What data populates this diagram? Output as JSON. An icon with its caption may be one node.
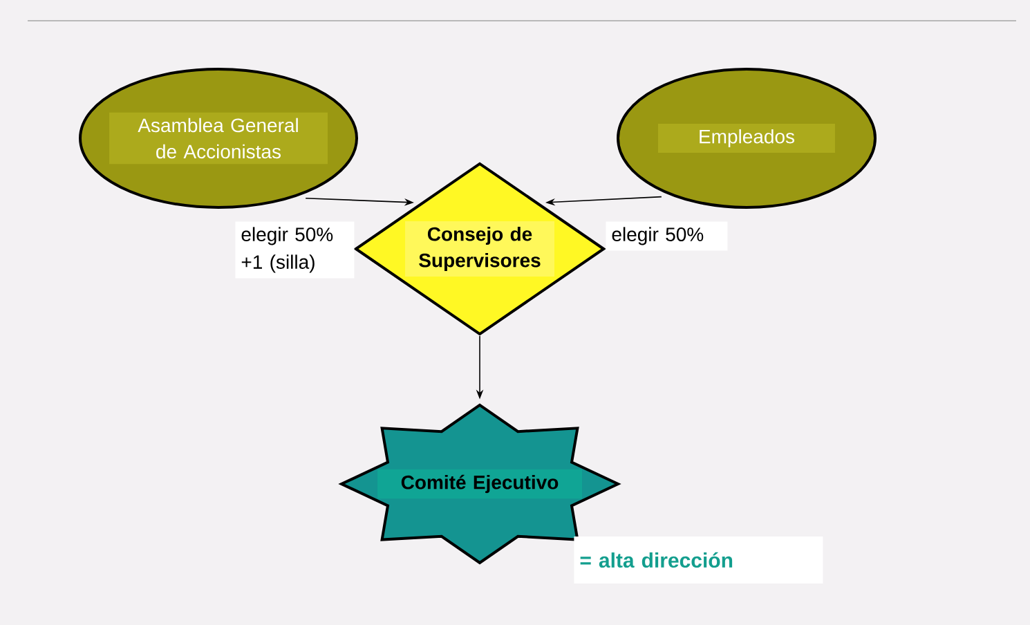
{
  "diagram": {
    "nodes": [
      {
        "text": [
          "Asamblea General de Accionistas"
        ]
      },
      {
        "text": [
          "Empleados"
        ]
      },
      {
        "text": [
          "Consejo de Supervisores"
        ]
      },
      {
        "text": [
          "Comité Ejecutivo"
        ],
        "beside": [
          "= alta dirección"
        ]
      }
    ],
    "edges": [
      {
        "from": 0,
        "to": 2,
        "arrow": "to",
        "label": "elegir 50% +1 (silla)"
      },
      {
        "from": 1,
        "to": 2,
        "arrow": "to",
        "label": "elegir 50%"
      },
      {
        "from": 2,
        "to": 3,
        "arrow": "to"
      }
    ]
  }
}
